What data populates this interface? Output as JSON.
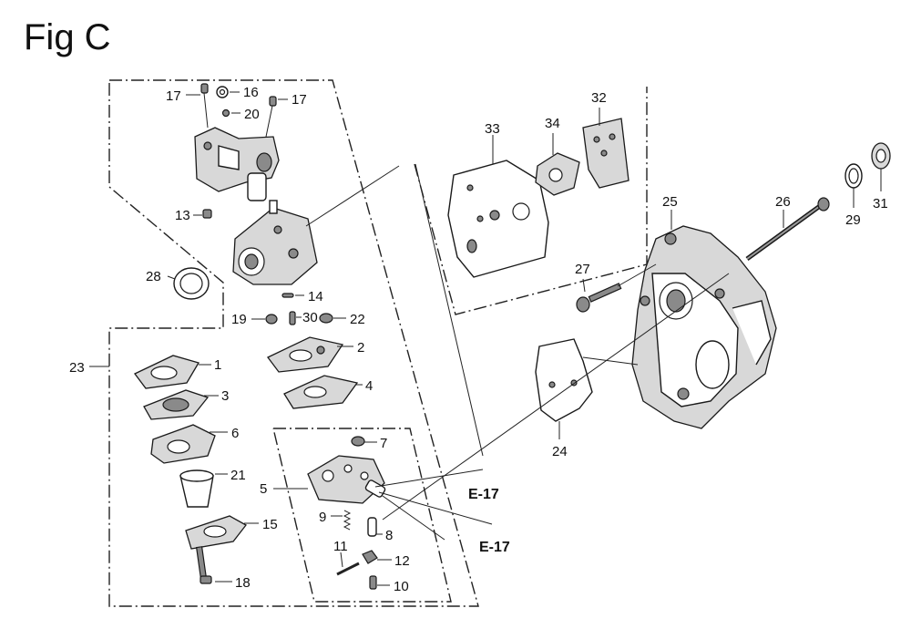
{
  "title": "Fig C",
  "callouts": {
    "p1": "1",
    "p2": "2",
    "p3": "3",
    "p4": "4",
    "p5": "5",
    "p6": "6",
    "p7": "7",
    "p8": "8",
    "p9": "9",
    "p10": "10",
    "p11": "11",
    "p12": "12",
    "p13": "13",
    "p14": "14",
    "p15": "15",
    "p16": "16",
    "p17a": "17",
    "p17b": "17",
    "p18": "18",
    "p19": "19",
    "p20": "20",
    "p21": "21",
    "p22": "22",
    "p23": "23",
    "p24": "24",
    "p25": "25",
    "p26": "26",
    "p27": "27",
    "p28": "28",
    "p29": "29",
    "p30": "30",
    "p31": "31",
    "p32": "32",
    "p33": "33",
    "p34": "34"
  },
  "refs": {
    "ref_a": "E-17",
    "ref_b": "E-17"
  }
}
